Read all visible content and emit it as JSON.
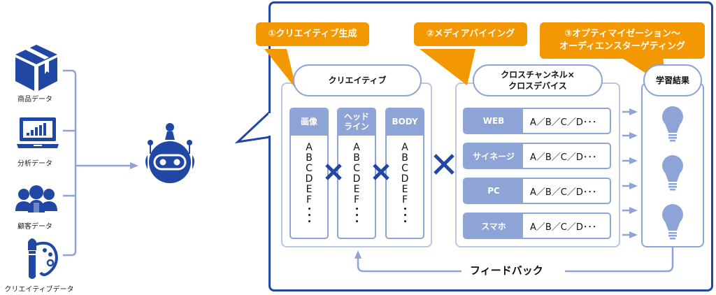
{
  "sources": [
    {
      "label": "商品データ",
      "icon": "package-icon"
    },
    {
      "label": "分析データ",
      "icon": "laptop-chart-icon"
    },
    {
      "label": "顧客データ",
      "icon": "people-icon"
    },
    {
      "label": "クリエイティブデータ",
      "icon": "palette-brush-icon"
    }
  ],
  "ai": {
    "icon": "robot-icon"
  },
  "steps": {
    "step1": "①クリエイティブ生成",
    "step2": "②メディアバイイング",
    "step3_line1": "③オプティマイゼーション～",
    "step3_line2": "オーディエンスターゲティング"
  },
  "creative": {
    "title": "クリエイティブ",
    "columns": [
      {
        "head": "画像",
        "head2": ""
      },
      {
        "head": "ヘッド",
        "head2": "ライン"
      },
      {
        "head": "BODY",
        "head2": ""
      }
    ],
    "letters": [
      "A",
      "B",
      "C",
      "D",
      "E",
      "F"
    ],
    "cross_symbol": "×"
  },
  "media": {
    "title_line1": "クロスチャンネル×",
    "title_line2": "クロスデバイス",
    "rows": [
      {
        "label": "WEB",
        "value": "A／B／C／D･･･"
      },
      {
        "label": "サイネージ",
        "value": "A／B／C／D･･･"
      },
      {
        "label": "PC",
        "value": "A／B／C／D･･･"
      },
      {
        "label": "スマホ",
        "value": "A／B／C／D･･･"
      }
    ]
  },
  "results": {
    "title": "学習結果",
    "icon": "lightbulb-icon",
    "count": 3
  },
  "feedback": {
    "label": "フィードバック"
  },
  "colors": {
    "brand": "#1f47a3",
    "accent": "#f39800",
    "light": "#8fa4d6",
    "panel": "#b9c6e6"
  }
}
